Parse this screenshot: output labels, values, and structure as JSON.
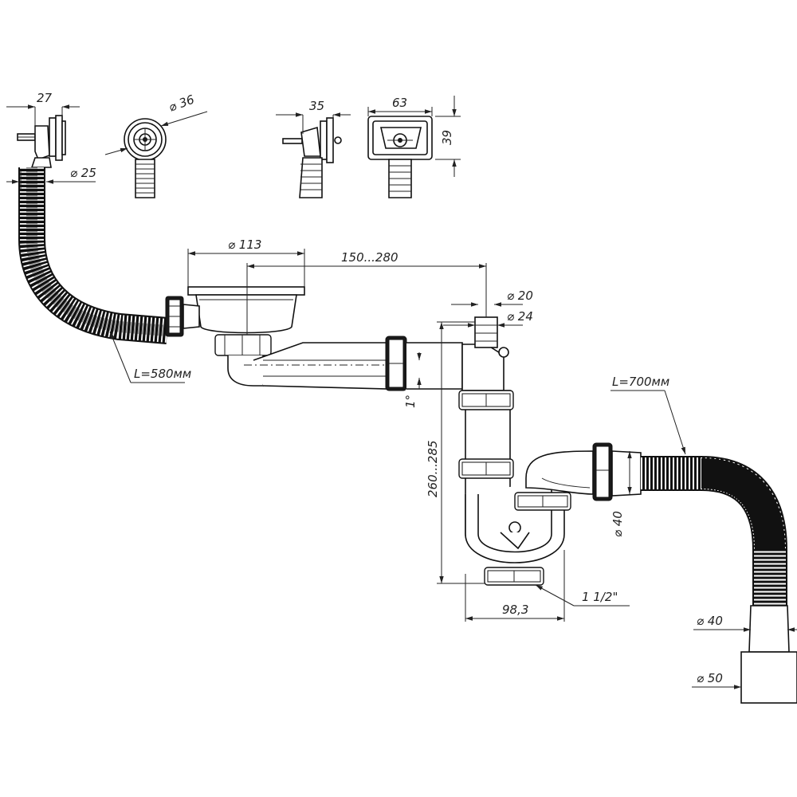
{
  "diagram": {
    "dimensions": {
      "d27": "27",
      "d25": "⌀ 25",
      "d36": "⌀ 36",
      "d35": "35",
      "d63": "63",
      "d39": "39",
      "d113": "⌀ 113",
      "d150_280": "150...280",
      "d20": "⌀ 20",
      "d24": "⌀ 24",
      "l580": "L=580мм",
      "l700": "L=700мм",
      "deg1": "1°",
      "d260_285": "260...285",
      "d40a": "⌀ 40",
      "d98": "98,3",
      "d1_1_2": "1 1/2\"",
      "d40b": "⌀ 40",
      "d50": "⌀ 50"
    }
  }
}
